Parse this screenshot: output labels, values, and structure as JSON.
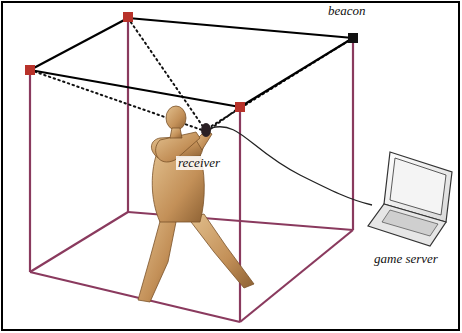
{
  "diagram": {
    "labels": [
      "beacon",
      "receiver",
      "game server"
    ]
  }
}
